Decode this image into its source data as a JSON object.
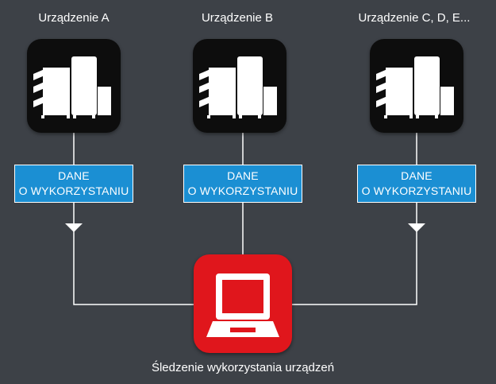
{
  "devices": [
    {
      "label": "Urządzenie A",
      "box_line1": "DANE",
      "box_line2": "O WYKORZYSTANIU",
      "icon": "printer-icon"
    },
    {
      "label": "Urządzenie B",
      "box_line1": "DANE",
      "box_line2": "O WYKORZYSTANIU",
      "icon": "printer-icon"
    },
    {
      "label": "Urządzenie C, D, E...",
      "box_line1": "DANE",
      "box_line2": "O WYKORZYSTANIU",
      "icon": "printer-icon"
    }
  ],
  "tracker": {
    "label": "Śledzenie wykorzystania urządzeń",
    "icon": "laptop-icon"
  },
  "colors": {
    "background": "#3d4147",
    "data_box": "#1b8fd3",
    "tracker": "#e0161c",
    "device_icon": "#0d0d0d"
  }
}
